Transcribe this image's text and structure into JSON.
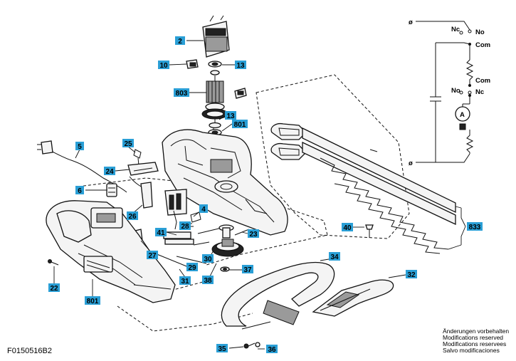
{
  "diagram": {
    "code": "F0150516B2",
    "notes": [
      "Änderungen vorbehalten",
      "Modifications reserved",
      "Modifications reservees",
      "Salvo modificaciones"
    ],
    "callouts": {
      "c2": "2",
      "c10": "10",
      "c13a": "13",
      "c803": "803",
      "c13b": "13",
      "c801a": "801",
      "c5": "5",
      "c25": "25",
      "c24": "24",
      "c6": "6",
      "c26": "26",
      "c4": "4",
      "c28": "28",
      "c41": "41",
      "c23": "23",
      "c27": "27",
      "c30": "30",
      "c29": "29",
      "c31": "31",
      "c38": "38",
      "c37": "37",
      "c22": "22",
      "c801b": "801",
      "c40": "40",
      "c833": "833",
      "c34": "34",
      "c32": "32",
      "c35": "35",
      "c36": "36"
    },
    "schematic": {
      "phi_top": "ø",
      "phi_bottom": "ø",
      "nc_top": "Nc",
      "no_top": "No",
      "com_top": "Com",
      "com_mid": "Com",
      "no_bottom": "No",
      "nc_bottom": "Nc",
      "motor": "A"
    },
    "colors": {
      "callout_tag": "#2a9fd6",
      "ink": "#111111",
      "paper": "#ffffff"
    }
  }
}
